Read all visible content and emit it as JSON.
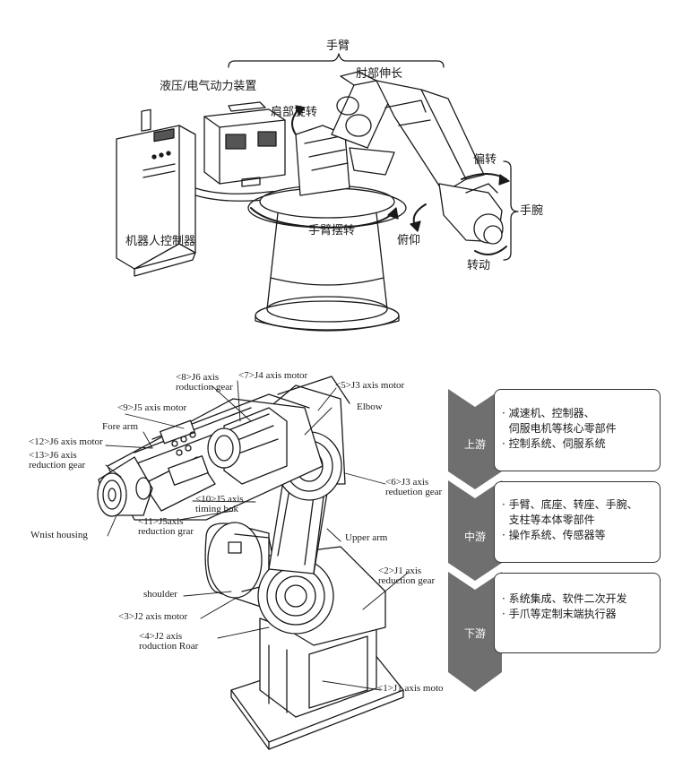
{
  "top_figure": {
    "labels": {
      "arm": "手臂",
      "elbow_extension": "肘部伸长",
      "power_unit": "液压/电气动力装置",
      "shoulder_rotation": "肩部旋转",
      "yaw": "偏转",
      "wrist": "手腕",
      "controller": "机器人控制器",
      "arm_swing": "手臂摆转",
      "pitch": "俯仰",
      "roll": "转动"
    }
  },
  "bottom_figure": {
    "labels": {
      "j6_reduction_gear": "<8>J6 axis\nroduction gear",
      "j4_motor": "<7>J4 axis motor",
      "j3_motor": "<5>J3 axis motor",
      "j5_motor": "<9>J5 axis motor",
      "elbow": "Elbow",
      "fore_arm": "Fore arm",
      "j6_motor": "<12>J6 axis motor",
      "j6_axis_reduction": "<13>J6 axis\nreduction gear",
      "j3_reduction": "<6>J3 axis\nreduetion gear",
      "j5_timing": "<10>J5 axis\ntiming bok",
      "j5_reduction": "<11>J5axis\nreduction grar",
      "wrist_housing": "Wnist housing",
      "upper_arm": "Upper arm",
      "j1_reduction": "<2>J1 axis\nreduction gear",
      "shoulder": "shoulder",
      "j2_motor": "<3>J2 axis motor",
      "j2_reduction": "<4>J2 axis\nroduction Roar",
      "j1_motor": "<1>J1 axis moto"
    }
  },
  "industry_chain": {
    "stages": [
      {
        "name": "上游",
        "items": [
          "· 减速机、控制器、",
          "  伺服电机等核心零部件",
          "· 控制系统、伺服系统"
        ]
      },
      {
        "name": "中游",
        "items": [
          "· 手臂、底座、转座、手腕、",
          "  支柱等本体零部件",
          "· 操作系统、传感器等"
        ]
      },
      {
        "name": "下游",
        "items": [
          "· 系统集成、软件二次开发",
          "· 手爪等定制末端执行器"
        ]
      }
    ],
    "colors": {
      "chevron": "#6f6f6f",
      "chevron_text": "#ffffff",
      "border": "#333333"
    }
  }
}
